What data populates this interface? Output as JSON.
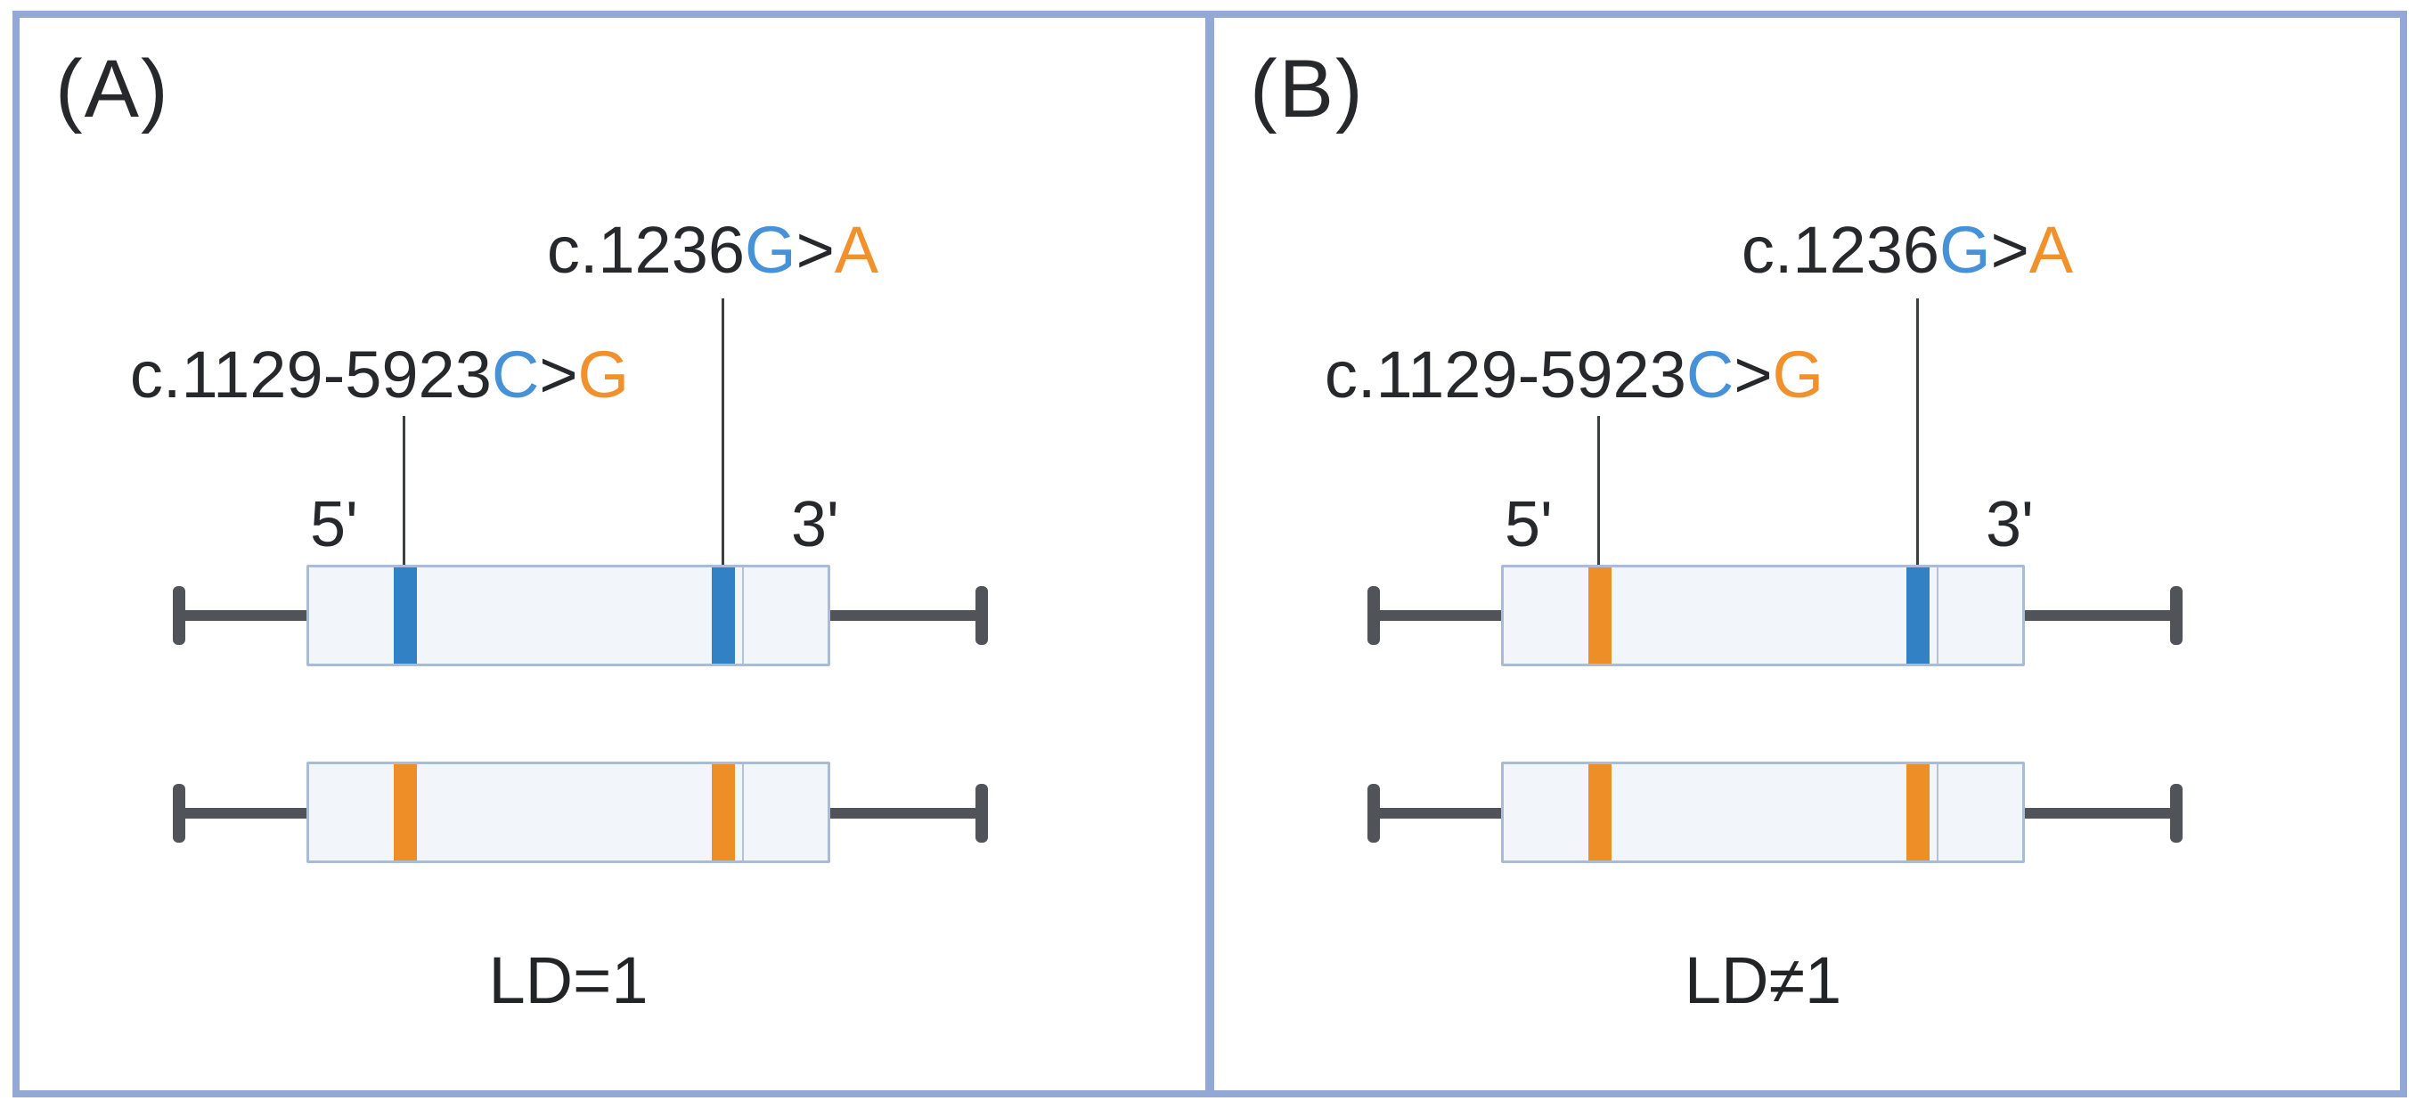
{
  "colors": {
    "blue": "#3181c4",
    "orange": "#ee8e26",
    "blue_text": "#4691d8",
    "orange_text": "#f0912c",
    "frame": "#92a9d5",
    "chromosome_gray": "#505459",
    "gene_box_fill": "#f2f5fa",
    "gene_box_border": "#a9bbd6"
  },
  "panels": [
    {
      "label": "(A)",
      "variant_top": {
        "prefix": "c.1236",
        "ref": "G",
        "sep": ">",
        "alt": "A"
      },
      "variant_left": {
        "prefix": "c.1129-5923",
        "ref": "C",
        "sep": ">",
        "alt": "G"
      },
      "five_prime": "5'",
      "three_prime": "3'",
      "haplotype1_marks": [
        "blue",
        "blue"
      ],
      "haplotype2_marks": [
        "orange",
        "orange"
      ],
      "ld_label": "LD=1"
    },
    {
      "label": "(B)",
      "variant_top": {
        "prefix": "c.1236",
        "ref": "G",
        "sep": ">",
        "alt": "A"
      },
      "variant_left": {
        "prefix": "c.1129-5923",
        "ref": "C",
        "sep": ">",
        "alt": "G"
      },
      "five_prime": "5'",
      "three_prime": "3'",
      "haplotype1_marks": [
        "orange",
        "blue"
      ],
      "haplotype2_marks": [
        "orange",
        "orange"
      ],
      "ld_label": "LD≠1"
    }
  ]
}
